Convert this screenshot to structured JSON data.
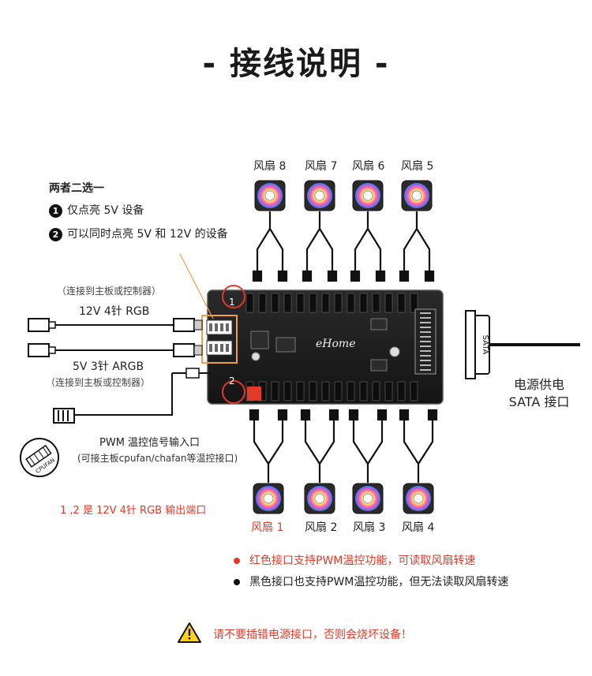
{
  "title": "- 接线说明 -",
  "fans_top": [
    "风扇 8",
    "风扇 7",
    "风扇 6",
    "风扇 5"
  ],
  "fans_bottom": [
    "风扇 1",
    "风扇 2",
    "风扇 3",
    "风扇 4"
  ],
  "choice": {
    "heading": "两者二选一",
    "option1_num": "1",
    "option1": "仅点亮 5V 设备",
    "option2_num": "2",
    "option2": "可以同时点亮 5V 和 12V 的设备"
  },
  "left": {
    "connect_top": "（连接到主板或控制器）",
    "rgb12": "12V 4针 RGB",
    "argb5": "5V 3针 ARGB",
    "connect_bottom": "（连接到主板或控制器）"
  },
  "pwm": {
    "label": "PWM 温控信号输入口",
    "note": "(可接主板cpufan/chafan等温控接口)",
    "icon_text": "CPUFAN"
  },
  "outputs_note": "1 ,2 是 12V 4针 RGB 输出端口",
  "board_marks": {
    "one": "1",
    "two": "2",
    "logo": "eHome"
  },
  "power": {
    "line1": "电源供电",
    "line2": "SATA 接口",
    "connector_text": "SATA"
  },
  "legend": {
    "red": "红色接口支持PWM温控功能，可读取风扇转速",
    "black": "黑色接口也支持PWM温控功能，但无法读取风扇转速"
  },
  "warning": "请不要插错电源接口，否则会烧坏设备！",
  "colors": {
    "red": "#e23a2a",
    "board": "#1c1c1c",
    "orange": "#f0a040",
    "black": "#111111"
  }
}
